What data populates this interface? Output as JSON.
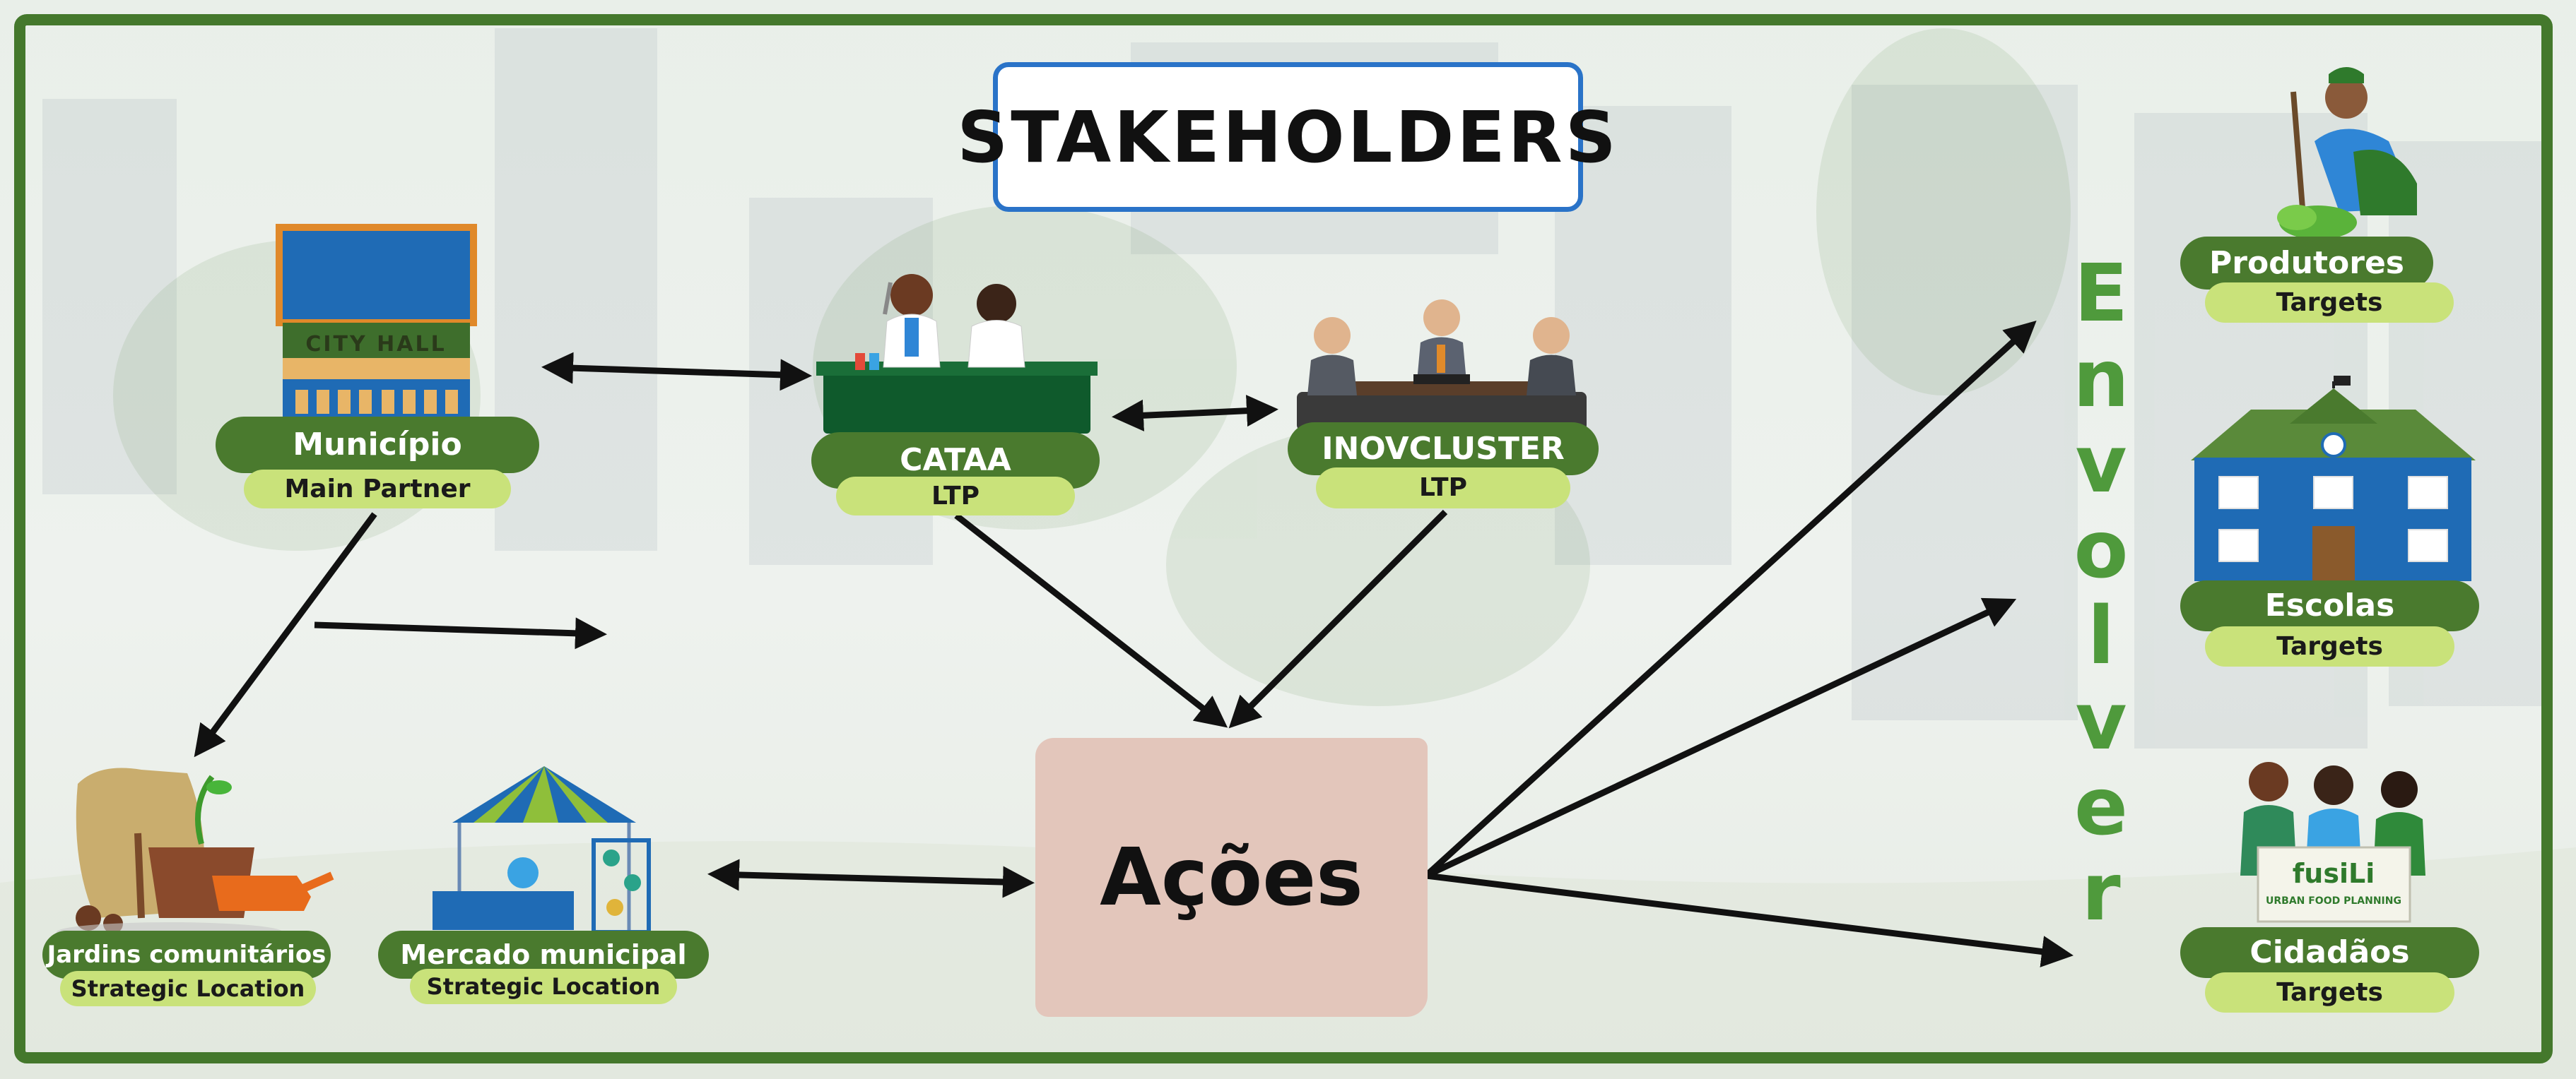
{
  "title": "STAKEHOLDERS",
  "center": {
    "label": "Ações"
  },
  "vertical_word": "Envolver",
  "signage": {
    "city_hall": "CITY HALL",
    "fusili_brand": "fusiLi",
    "fusili_sub": "URBAN FOOD PLANNING"
  },
  "nodes": {
    "municipio": {
      "name": "Município",
      "role": "Main Partner"
    },
    "cataa": {
      "name": "CATAA",
      "role": "LTP"
    },
    "inovcluster": {
      "name": "INOVCLUSTER",
      "role": "LTP"
    },
    "jardins": {
      "name": "Jardins comunitários",
      "role": "Strategic Location"
    },
    "mercado": {
      "name": "Mercado municipal",
      "role": "Strategic Location"
    },
    "produtores": {
      "name": "Produtores",
      "role": "Targets"
    },
    "escolas": {
      "name": "Escolas",
      "role": "Targets"
    },
    "cidadaos": {
      "name": "Cidadãos",
      "role": "Targets"
    }
  },
  "colors": {
    "frame": "#44782c",
    "pill_dark": "#4a7a2e",
    "pill_light": "#c9e27a",
    "acoes_box": "#e3c6bb",
    "envolver": "#4f9a3c",
    "title_border": "#2a73c8"
  }
}
